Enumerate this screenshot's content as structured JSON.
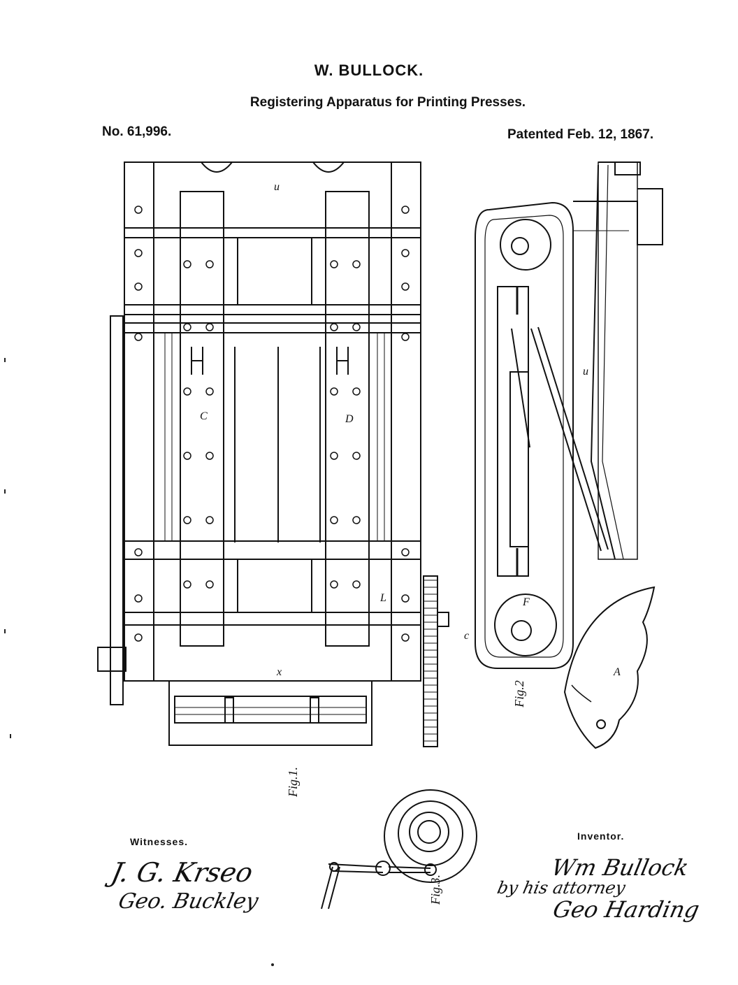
{
  "header": {
    "inventor_name": "W. BULLOCK.",
    "title": "Registering Apparatus for Printing Presses.",
    "patent_number": "No. 61,996.",
    "patent_date": "Patented Feb. 12, 1867."
  },
  "figures": {
    "fig1_label": "Fig.1.",
    "fig2_label": "Fig.2",
    "fig3_label": "Fig.3."
  },
  "signatures": {
    "witnesses_label": "Witnesses.",
    "witness_1": "J. G. Krseo",
    "witness_2": "Geo. Buckley",
    "inventor_label": "Inventor.",
    "inventor_signature": "Wm Bullock",
    "attorney_phrase": "by his attorney",
    "attorney_signature": "Geo Harding"
  }
}
